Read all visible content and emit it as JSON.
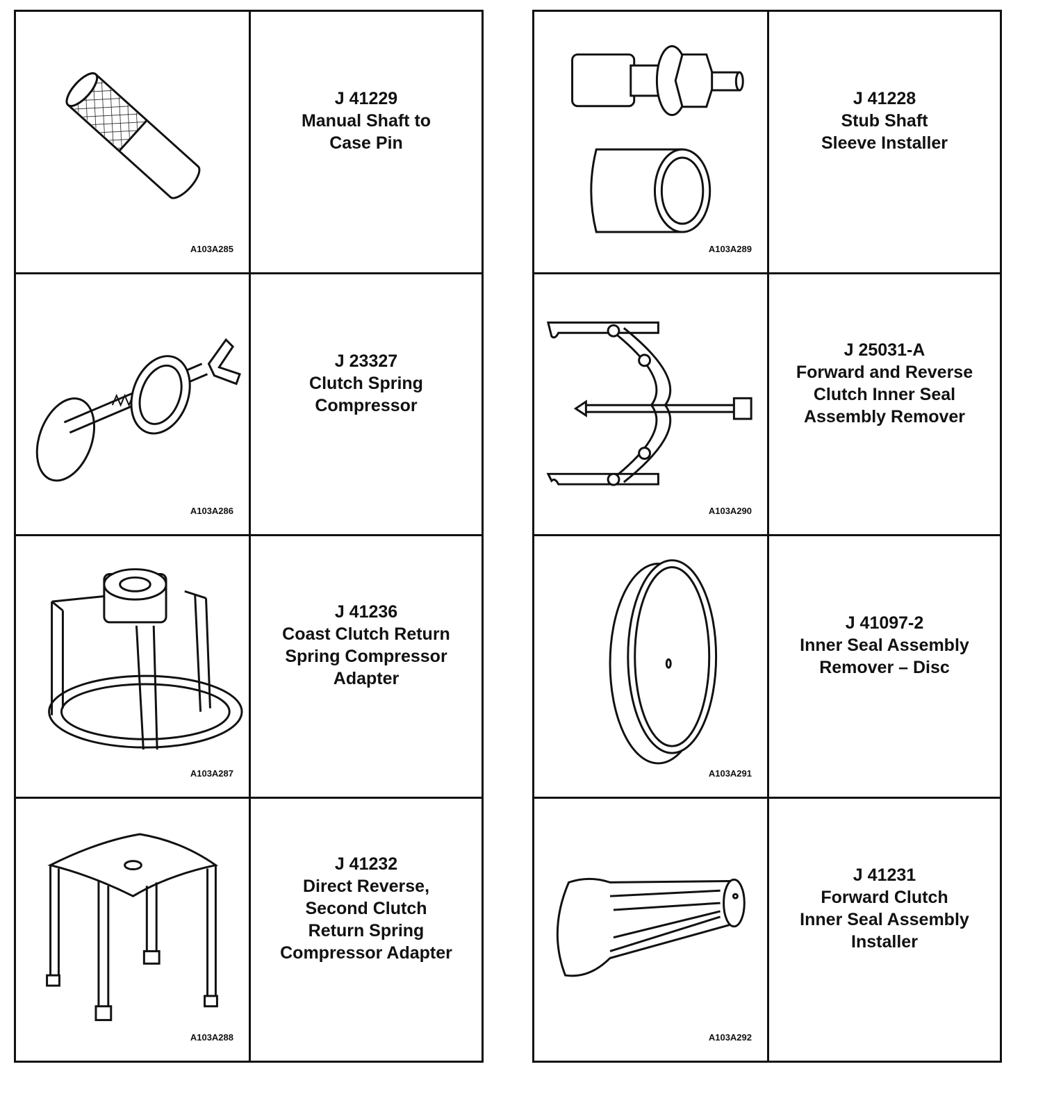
{
  "tools": [
    {
      "label": "J 41229\nManual Shaft to\nCase Pin",
      "code": "A103A285",
      "icon": "knurled-pin-icon"
    },
    {
      "label": "J 23327\nClutch Spring\nCompressor",
      "code": "A103A286",
      "icon": "spring-compressor-icon"
    },
    {
      "label": "J 41236\nCoast Clutch Return\nSpring Compressor\nAdapter",
      "code": "A103A287",
      "icon": "compressor-adapter-icon"
    },
    {
      "label": "J 41232\nDirect Reverse,\nSecond Clutch\nReturn Spring\nCompressor Adapter",
      "code": "A103A288",
      "icon": "four-leg-adapter-icon"
    },
    {
      "label": "J 41228\nStub Shaft\nSleeve Installer",
      "code": "A103A289",
      "icon": "sleeve-installer-icon"
    },
    {
      "label": "J 25031-A\nForward and Reverse\nClutch Inner Seal\nAssembly Remover",
      "code": "A103A290",
      "icon": "seal-puller-icon"
    },
    {
      "label": "J 41097-2\nInner Seal Assembly\nRemover – Disc",
      "code": "A103A291",
      "icon": "disc-icon"
    },
    {
      "label": "J 41231\nForward Clutch\nInner Seal Assembly\nInstaller",
      "code": "A103A292",
      "icon": "seal-installer-icon"
    }
  ]
}
